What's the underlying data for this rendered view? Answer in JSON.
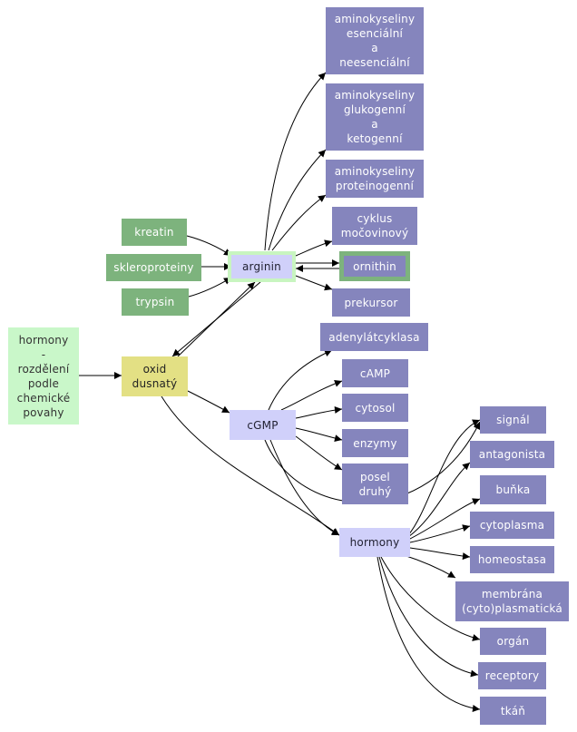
{
  "colors": {
    "purple": "#8585bd",
    "green": "#7db37d",
    "yellow": "#e3e084",
    "lavender": "#d0d0fa",
    "light_green": "#c9f7c9",
    "edge": "#000000"
  },
  "nodes": {
    "aminokyseliny_es": "aminokyseliny\nesenciální\na\nneesenciální",
    "aminokyseliny_gk": "aminokyseliny\nglukogenní\na\nketogenní",
    "aminokyseliny_pr": "aminokyseliny\nproteinogenní",
    "cyklus": "cyklus\nmočovinový",
    "ornithin": "ornithin",
    "prekursor": "prekursor",
    "kreatin": "kreatin",
    "skleroproteiny": "skleroproteiny",
    "trypsin": "trypsin",
    "arginin": "arginin",
    "hormony_rozdeleni": "hormony\n-\nrozdělení\npodle\nchemické\npovahy",
    "oxid": "oxid\ndusnatý",
    "adenylat": "adenylátcyklasa",
    "camp": "cAMP",
    "cgmp": "cGMP",
    "cytosol": "cytosol",
    "enzymy": "enzymy",
    "posel": "posel\ndruhý",
    "hormony": "hormony",
    "signal": "signál",
    "antagonista": "antagonista",
    "bunka": "buňka",
    "cytoplasma": "cytoplasma",
    "homeostasa": "homeostasa",
    "membrana": "membrána\n(cyto)plasmatická",
    "organ": "orgán",
    "receptory": "receptory",
    "tkan": "tkáň"
  }
}
